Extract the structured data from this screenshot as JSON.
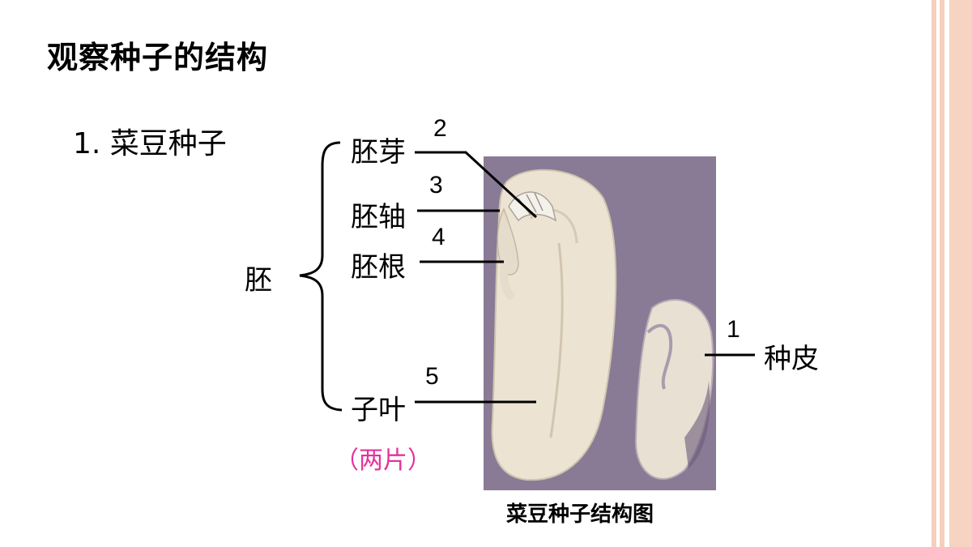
{
  "page": {
    "title": "观察种子的结构",
    "subtitle": "1. 菜豆种子"
  },
  "diagram": {
    "group_label": "胚",
    "parts": [
      {
        "number": "2",
        "label": "胚芽"
      },
      {
        "number": "3",
        "label": "胚轴"
      },
      {
        "number": "4",
        "label": "胚根"
      },
      {
        "number": "5",
        "label": "子叶",
        "note": "（两片）"
      },
      {
        "number": "1",
        "label": "种皮"
      }
    ],
    "caption": "菜豆种子结构图"
  },
  "colors": {
    "stripe": "#f4c7b4",
    "figure_background": "#7f708c",
    "seed_fill": "#ede4d4",
    "note_text": "#e6329c"
  }
}
